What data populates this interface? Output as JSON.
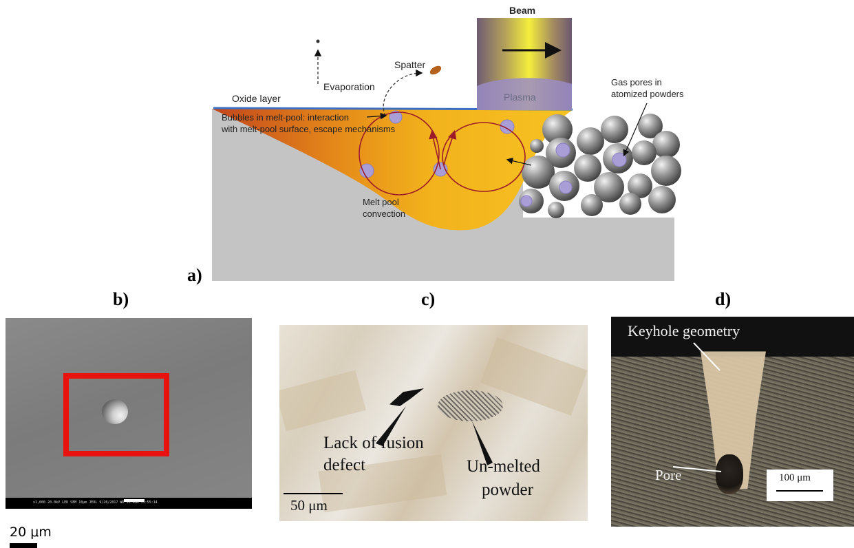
{
  "panel_a": {
    "label": "a)",
    "beam": "Beam",
    "plasma": "Plasma",
    "spatter": "Spatter",
    "evaporation": "Evaporation",
    "oxide_layer": "Oxide layer",
    "bubbles_line1": "Bubbles in melt-pool: interaction",
    "bubbles_line2": "with melt-pool surface, escape mechanisms",
    "gas_pores_line1": "Gas pores in",
    "gas_pores_line2": "atomized powders",
    "convection_line1": "Melt pool",
    "convection_line2": "convection"
  },
  "panel_b": {
    "label": "b)",
    "sem_info": "x1,000     20.0kV LED     SEM     10μm  JEOL     9/20/2017     WD 10.4mm 11:55:14",
    "scale": "20 μm",
    "highlight_color": "#e8130f"
  },
  "panel_c": {
    "label": "c)",
    "lack_line1": "Lack of fusion",
    "lack_line2": "defect",
    "unmelted_line1": "Un-melted",
    "unmelted_line2": "powder",
    "scale": "50 μm"
  },
  "panel_d": {
    "label": "d)",
    "keyhole": "Keyhole geometry",
    "pore": "Pore",
    "scale": "100 μm"
  }
}
